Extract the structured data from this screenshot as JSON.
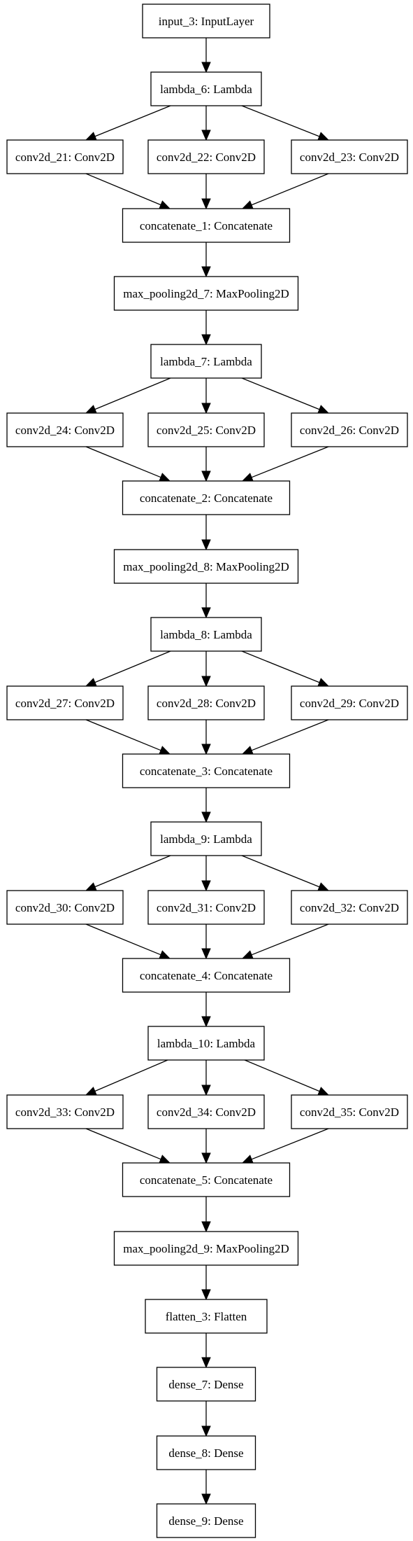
{
  "diagram": {
    "nodes": [
      {
        "id": "input_3",
        "label": "input_3: InputLayer"
      },
      {
        "id": "lambda_6",
        "label": "lambda_6: Lambda"
      },
      {
        "id": "conv2d_21",
        "label": "conv2d_21: Conv2D"
      },
      {
        "id": "conv2d_22",
        "label": "conv2d_22: Conv2D"
      },
      {
        "id": "conv2d_23",
        "label": "conv2d_23: Conv2D"
      },
      {
        "id": "concatenate_1",
        "label": "concatenate_1: Concatenate"
      },
      {
        "id": "max_pooling2d_7",
        "label": "max_pooling2d_7: MaxPooling2D"
      },
      {
        "id": "lambda_7",
        "label": "lambda_7: Lambda"
      },
      {
        "id": "conv2d_24",
        "label": "conv2d_24: Conv2D"
      },
      {
        "id": "conv2d_25",
        "label": "conv2d_25: Conv2D"
      },
      {
        "id": "conv2d_26",
        "label": "conv2d_26: Conv2D"
      },
      {
        "id": "concatenate_2",
        "label": "concatenate_2: Concatenate"
      },
      {
        "id": "max_pooling2d_8",
        "label": "max_pooling2d_8: MaxPooling2D"
      },
      {
        "id": "lambda_8",
        "label": "lambda_8: Lambda"
      },
      {
        "id": "conv2d_27",
        "label": "conv2d_27: Conv2D"
      },
      {
        "id": "conv2d_28",
        "label": "conv2d_28: Conv2D"
      },
      {
        "id": "conv2d_29",
        "label": "conv2d_29: Conv2D"
      },
      {
        "id": "concatenate_3",
        "label": "concatenate_3: Concatenate"
      },
      {
        "id": "lambda_9",
        "label": "lambda_9: Lambda"
      },
      {
        "id": "conv2d_30",
        "label": "conv2d_30: Conv2D"
      },
      {
        "id": "conv2d_31",
        "label": "conv2d_31: Conv2D"
      },
      {
        "id": "conv2d_32",
        "label": "conv2d_32: Conv2D"
      },
      {
        "id": "concatenate_4",
        "label": "concatenate_4: Concatenate"
      },
      {
        "id": "lambda_10",
        "label": "lambda_10: Lambda"
      },
      {
        "id": "conv2d_33",
        "label": "conv2d_33: Conv2D"
      },
      {
        "id": "conv2d_34",
        "label": "conv2d_34: Conv2D"
      },
      {
        "id": "conv2d_35",
        "label": "conv2d_35: Conv2D"
      },
      {
        "id": "concatenate_5",
        "label": "concatenate_5: Concatenate"
      },
      {
        "id": "max_pooling2d_9",
        "label": "max_pooling2d_9: MaxPooling2D"
      },
      {
        "id": "flatten_3",
        "label": "flatten_3: Flatten"
      },
      {
        "id": "dense_7",
        "label": "dense_7: Dense"
      },
      {
        "id": "dense_8",
        "label": "dense_8: Dense"
      },
      {
        "id": "dense_9",
        "label": "dense_9: Dense"
      }
    ],
    "edges": [
      [
        "input_3",
        "lambda_6"
      ],
      [
        "lambda_6",
        "conv2d_21"
      ],
      [
        "lambda_6",
        "conv2d_22"
      ],
      [
        "lambda_6",
        "conv2d_23"
      ],
      [
        "conv2d_21",
        "concatenate_1"
      ],
      [
        "conv2d_22",
        "concatenate_1"
      ],
      [
        "conv2d_23",
        "concatenate_1"
      ],
      [
        "concatenate_1",
        "max_pooling2d_7"
      ],
      [
        "max_pooling2d_7",
        "lambda_7"
      ],
      [
        "lambda_7",
        "conv2d_24"
      ],
      [
        "lambda_7",
        "conv2d_25"
      ],
      [
        "lambda_7",
        "conv2d_26"
      ],
      [
        "conv2d_24",
        "concatenate_2"
      ],
      [
        "conv2d_25",
        "concatenate_2"
      ],
      [
        "conv2d_26",
        "concatenate_2"
      ],
      [
        "concatenate_2",
        "max_pooling2d_8"
      ],
      [
        "max_pooling2d_8",
        "lambda_8"
      ],
      [
        "lambda_8",
        "conv2d_27"
      ],
      [
        "lambda_8",
        "conv2d_28"
      ],
      [
        "lambda_8",
        "conv2d_29"
      ],
      [
        "conv2d_27",
        "concatenate_3"
      ],
      [
        "conv2d_28",
        "concatenate_3"
      ],
      [
        "conv2d_29",
        "concatenate_3"
      ],
      [
        "concatenate_3",
        "lambda_9"
      ],
      [
        "lambda_9",
        "conv2d_30"
      ],
      [
        "lambda_9",
        "conv2d_31"
      ],
      [
        "lambda_9",
        "conv2d_32"
      ],
      [
        "conv2d_30",
        "concatenate_4"
      ],
      [
        "conv2d_31",
        "concatenate_4"
      ],
      [
        "conv2d_32",
        "concatenate_4"
      ],
      [
        "concatenate_4",
        "lambda_10"
      ],
      [
        "lambda_10",
        "conv2d_33"
      ],
      [
        "lambda_10",
        "conv2d_34"
      ],
      [
        "lambda_10",
        "conv2d_35"
      ],
      [
        "conv2d_33",
        "concatenate_5"
      ],
      [
        "conv2d_34",
        "concatenate_5"
      ],
      [
        "conv2d_35",
        "concatenate_5"
      ],
      [
        "concatenate_5",
        "max_pooling2d_9"
      ],
      [
        "max_pooling2d_9",
        "flatten_3"
      ],
      [
        "flatten_3",
        "dense_7"
      ],
      [
        "dense_7",
        "dense_8"
      ],
      [
        "dense_8",
        "dense_9"
      ]
    ]
  }
}
